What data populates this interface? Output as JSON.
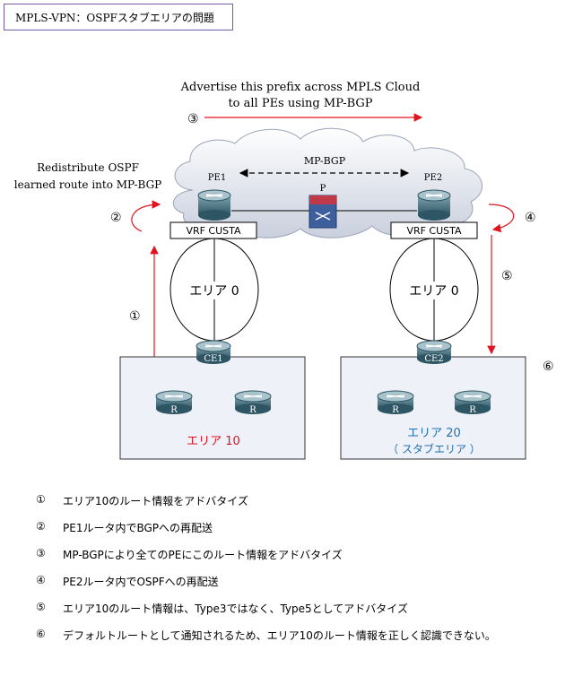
{
  "title": "MPLS-VPN：OSPFスタブエリアの問題",
  "diagram": {
    "top_label_line1": "Advertise this prefix across MPLS Cloud",
    "top_label_line2": "to all PEs using MP-BGP",
    "left_label_line1": "Redistribute OSPF",
    "left_label_line2": "learned route into MP-BGP",
    "mp_bgp": "MP-BGP",
    "pe1": "PE1",
    "pe2": "PE2",
    "p": "P",
    "vrf_left": "VRF CUSTA",
    "vrf_right": "VRF CUSTA",
    "area0_left": "エリア 0",
    "area0_right": "エリア 0",
    "ce1": "CE1",
    "ce2": "CE2",
    "router_label": "R",
    "area10": "エリア 10",
    "area20": "エリア 20",
    "area20_sub": "（ スタブエリア ）",
    "markers": [
      "①",
      "②",
      "③",
      "④",
      "⑤",
      "⑥"
    ],
    "colors": {
      "arrow": "#e0141e",
      "area10_text": "#e0141e",
      "area20_text": "#1f6fb4",
      "area_fill": "#eef1f7",
      "title_border": "#7a5aa6"
    }
  },
  "steps": [
    {
      "num": "①",
      "text": "エリア10のルート情報をアドバタイズ"
    },
    {
      "num": "②",
      "text": "PE1ルータ内でBGPへの再配送"
    },
    {
      "num": "③",
      "text": "MP-BGPにより全てのPEにこのルート情報をアドバタイズ"
    },
    {
      "num": "④",
      "text": "PE2ルータ内でOSPFへの再配送"
    },
    {
      "num": "⑤",
      "text": "エリア10のルート情報は、Type3ではなく、Type5としてアドバタイズ"
    },
    {
      "num": "⑥",
      "text": "デフォルトルートとして通知されるため、エリア10のルート情報を正しく認識できない。"
    }
  ]
}
